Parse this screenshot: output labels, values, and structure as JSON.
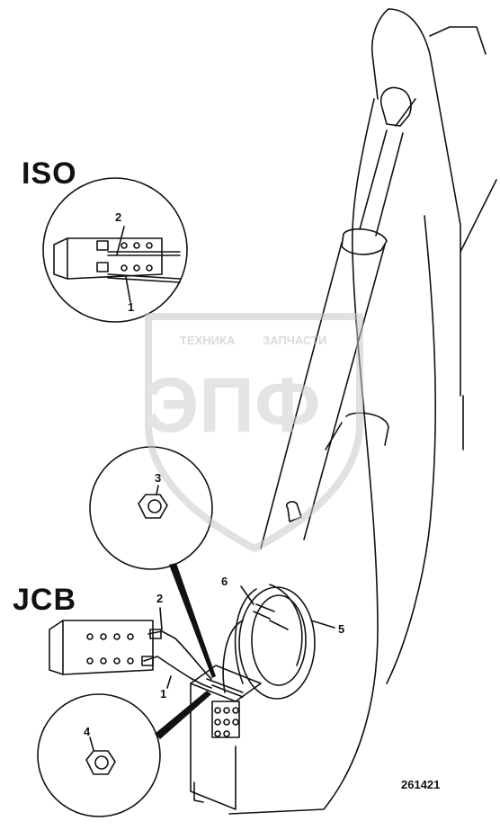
{
  "headings": {
    "iso": "ISO",
    "jcb": "JCB"
  },
  "callouts": {
    "c1": "1",
    "c2": "2",
    "c3": "3",
    "c4": "4",
    "c5": "5",
    "c6": "6"
  },
  "part_number": "261421",
  "watermark": {
    "top_text": "ТЕХНИКА",
    "top_text_right": "ЗАПЧАСТИ",
    "logo_text": "ЭПФ"
  },
  "colors": {
    "ink": "#111111",
    "watermark": "#d8d8d8"
  }
}
